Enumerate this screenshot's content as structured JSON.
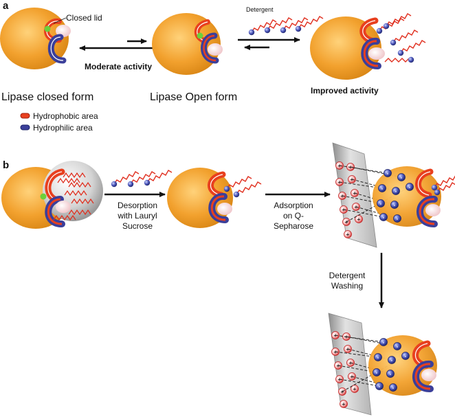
{
  "panel_a": {
    "label": "a",
    "closed_lid": "Closed lid",
    "detergent": "Detergent",
    "moderate_activity": "Moderate activity",
    "closed_form": "Lipase closed form",
    "open_form": "Lipase Open form",
    "improved_activity": "Improved activity"
  },
  "legend": {
    "hydrophobic": "Hydrophobic area",
    "hydrophilic": "Hydrophilic area"
  },
  "panel_b": {
    "label": "b",
    "desorption_1": "Desorption",
    "desorption_2": "with Lauryl",
    "desorption_3": "Sucrose",
    "adsorption_1": "Adsorption",
    "adsorption_2": "on Q-",
    "adsorption_3": "Sepharose",
    "washing_1": "Detergent",
    "washing_2": "Washing",
    "plus": "+",
    "minus": "-"
  },
  "colors": {
    "enzyme": "#f2a12e",
    "hydrophobic": "#e8401f",
    "hydrophilic": "#3b3f9a",
    "lid": "#6ccf3a",
    "detergent_head": "#4a55b8",
    "detergent_tail": "#e03020",
    "resin": "#cfcfcf",
    "positive_bead": "#e04040"
  }
}
